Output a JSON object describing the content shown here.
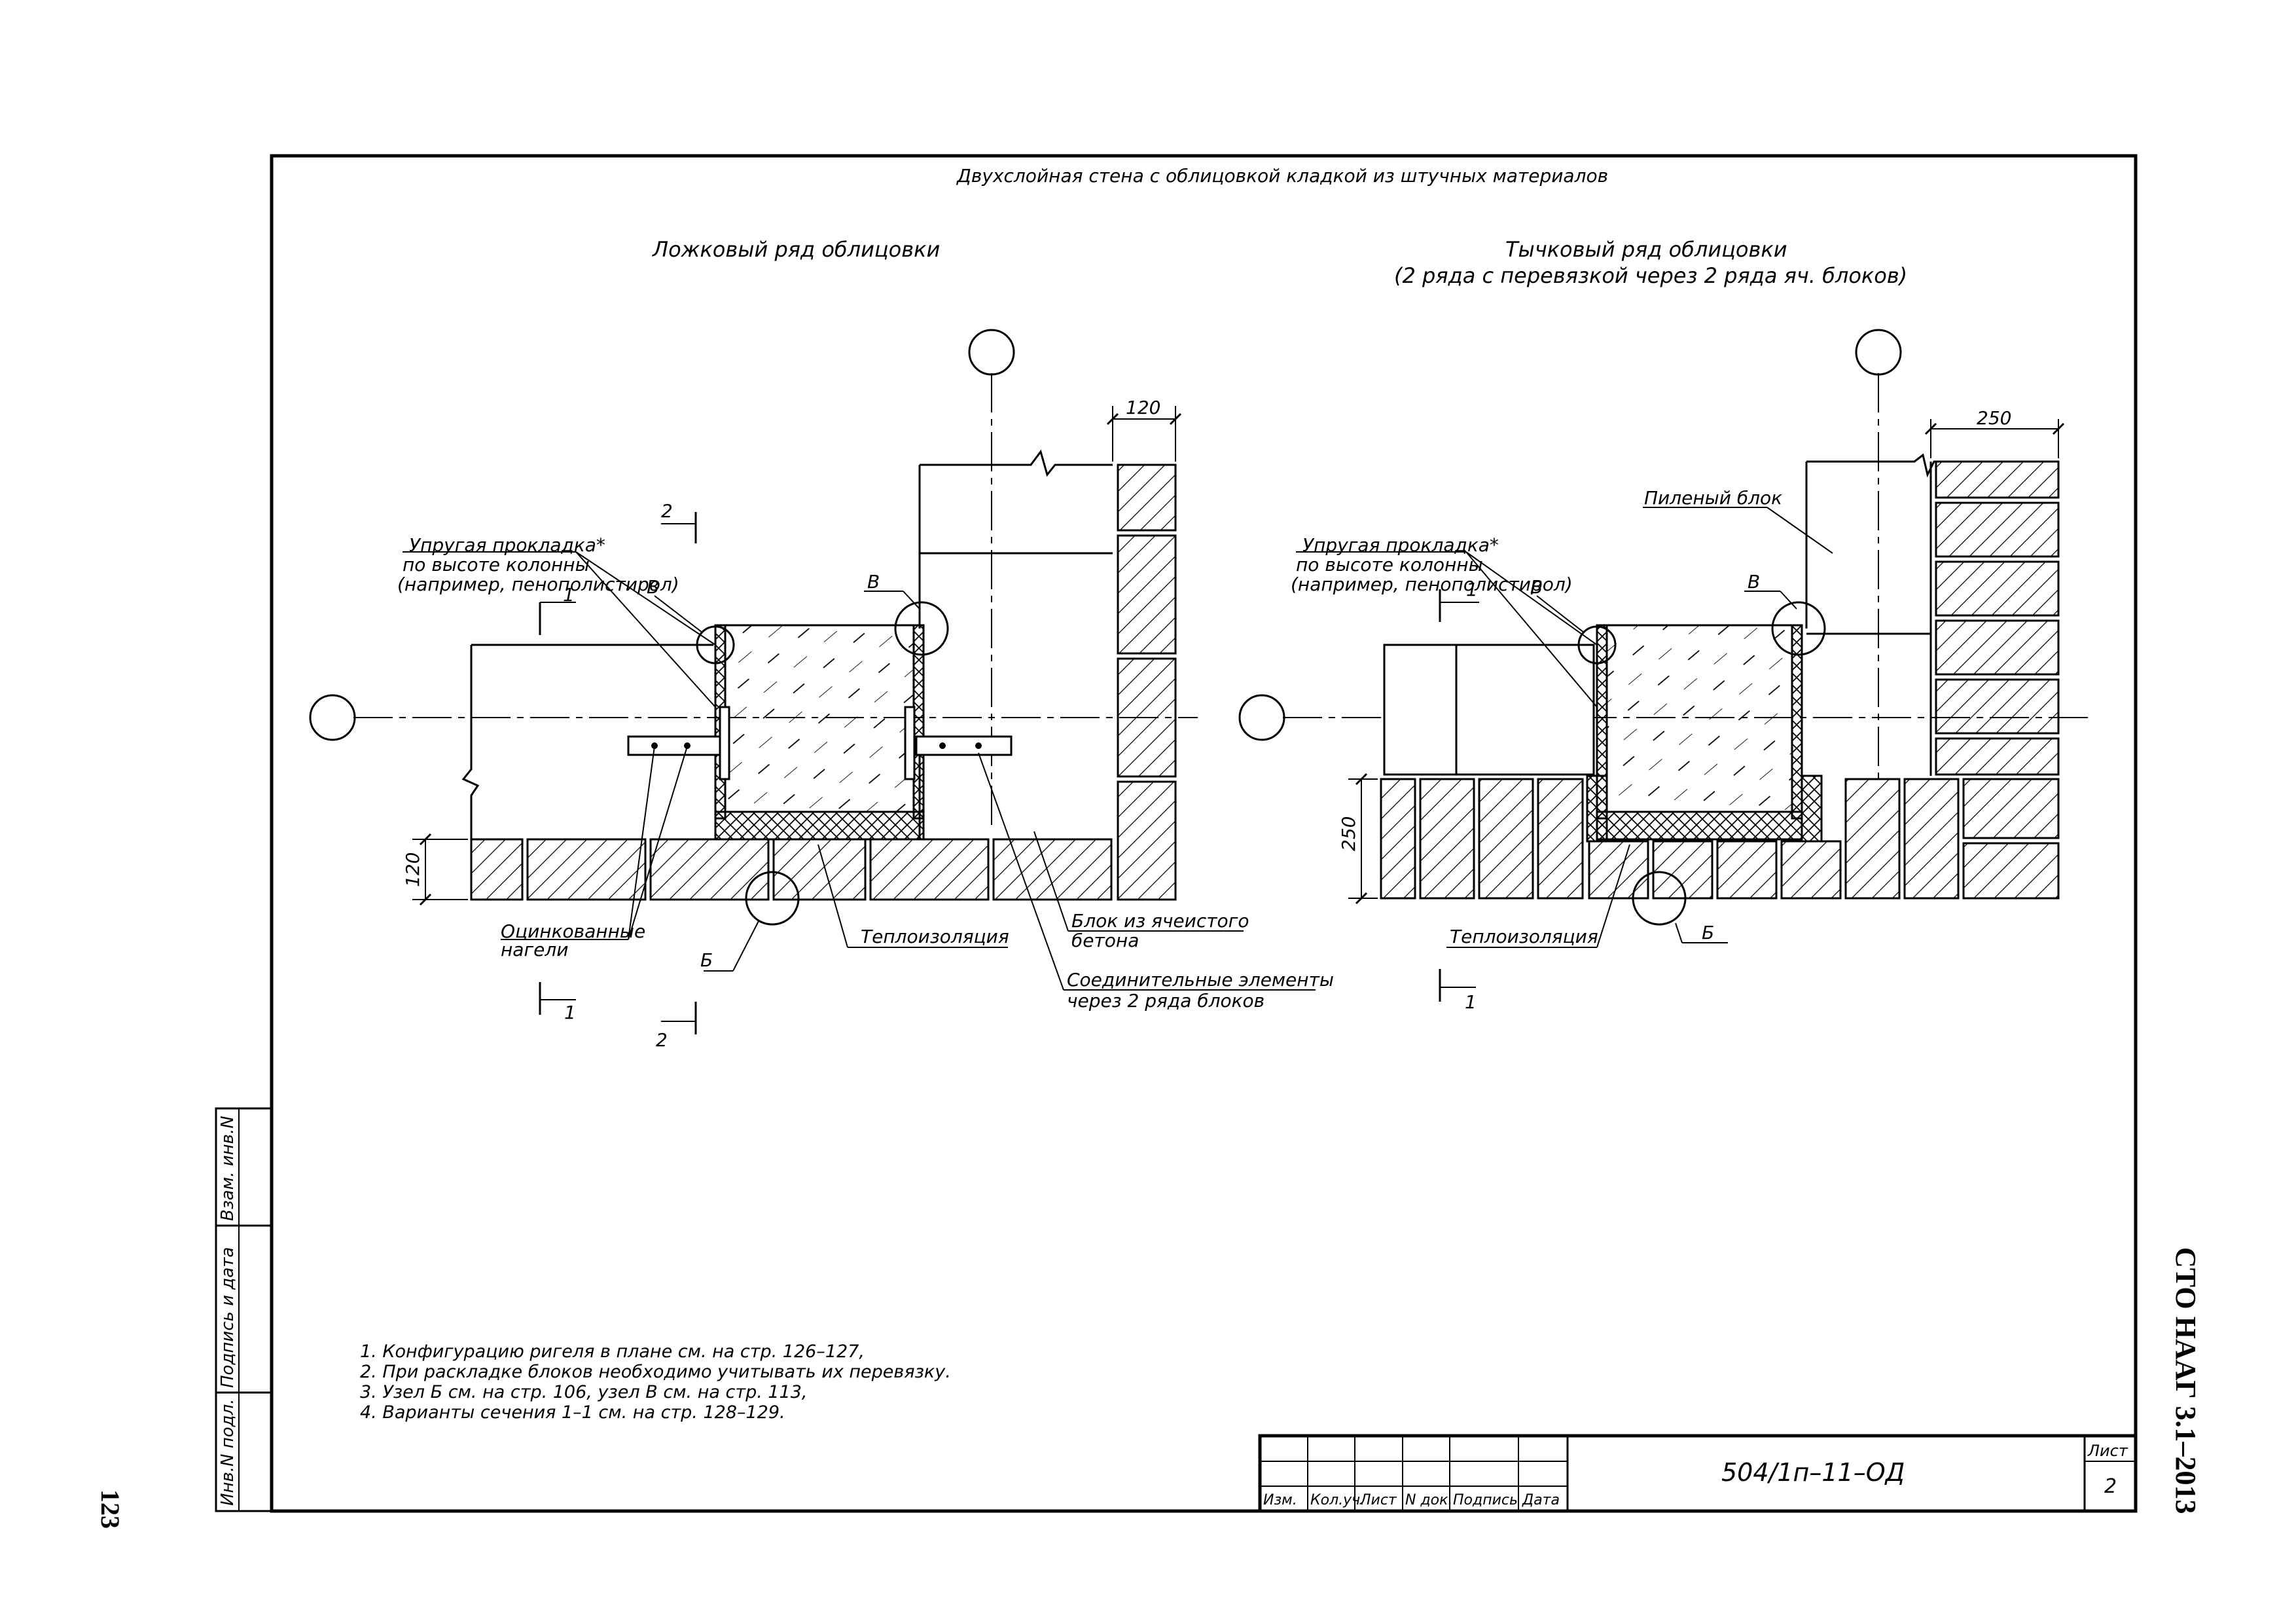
{
  "page": {
    "number": "123",
    "standard": "СТО НААГ 3.1–2013"
  },
  "sheet": {
    "title": "Двухслойная стена с облицовкой кладкой из штучных материалов"
  },
  "left_view": {
    "title": "Ложковый ряд облицовки",
    "dim_facing": "120",
    "dim_side": "120",
    "label_pad": [
      "Упругая прокладка*",
      "по высоте колонны",
      "(например, пенополистирол)"
    ],
    "label_dowels": [
      "Оцинкованные",
      "нагели"
    ],
    "label_insulation": "Теплоизоляция",
    "label_block": [
      "Блок из ячеистого",
      "бетона"
    ],
    "label_connectors": [
      "Соединительные элементы",
      "через 2 ряда блоков"
    ],
    "node_b": "Б",
    "node_v": "В",
    "node_v2": "В",
    "section_1_top": "1",
    "section_1_bottom": "1",
    "section_2_top": "2",
    "section_2_bottom": "2"
  },
  "right_view": {
    "title_line1": "Тычковый ряд облицовки",
    "title_line2": "(2 ряда с перевязкой через 2 ряда яч. блоков)",
    "dim_facing": "250",
    "dim_side": "250",
    "label_sawn_block": "Пиленый блок",
    "label_pad": [
      "Упругая прокладка*",
      "по высоте колонны",
      "(например, пенополистирол)"
    ],
    "label_insulation": "Теплоизоляция",
    "node_b": "Б",
    "node_v": "В",
    "node_v2": "В",
    "section_1_top": "1",
    "section_1_bottom": "1"
  },
  "notes": [
    "1.  Конфигурацию ригеля в плане см. на стр. 126–127,",
    "2.  При раскладке блоков необходимо учитывать их перевязку.",
    "3.  Узел Б см. на стр. 106, узел В см. на стр. 113,",
    "4.  Варианты сечения 1–1 см. на стр. 128–129."
  ],
  "side_stamp": [
    "Инв.N подл.",
    "Подпись и дата",
    "Взам. инв.N"
  ],
  "title_block": {
    "columns": [
      "Изм.",
      "Кол.уч.",
      "Лист",
      "N док.",
      "Подпись",
      "Дата"
    ],
    "doc_code": "504/1п–11–ОД",
    "sheet_label": "Лист",
    "sheet_number": "2"
  }
}
